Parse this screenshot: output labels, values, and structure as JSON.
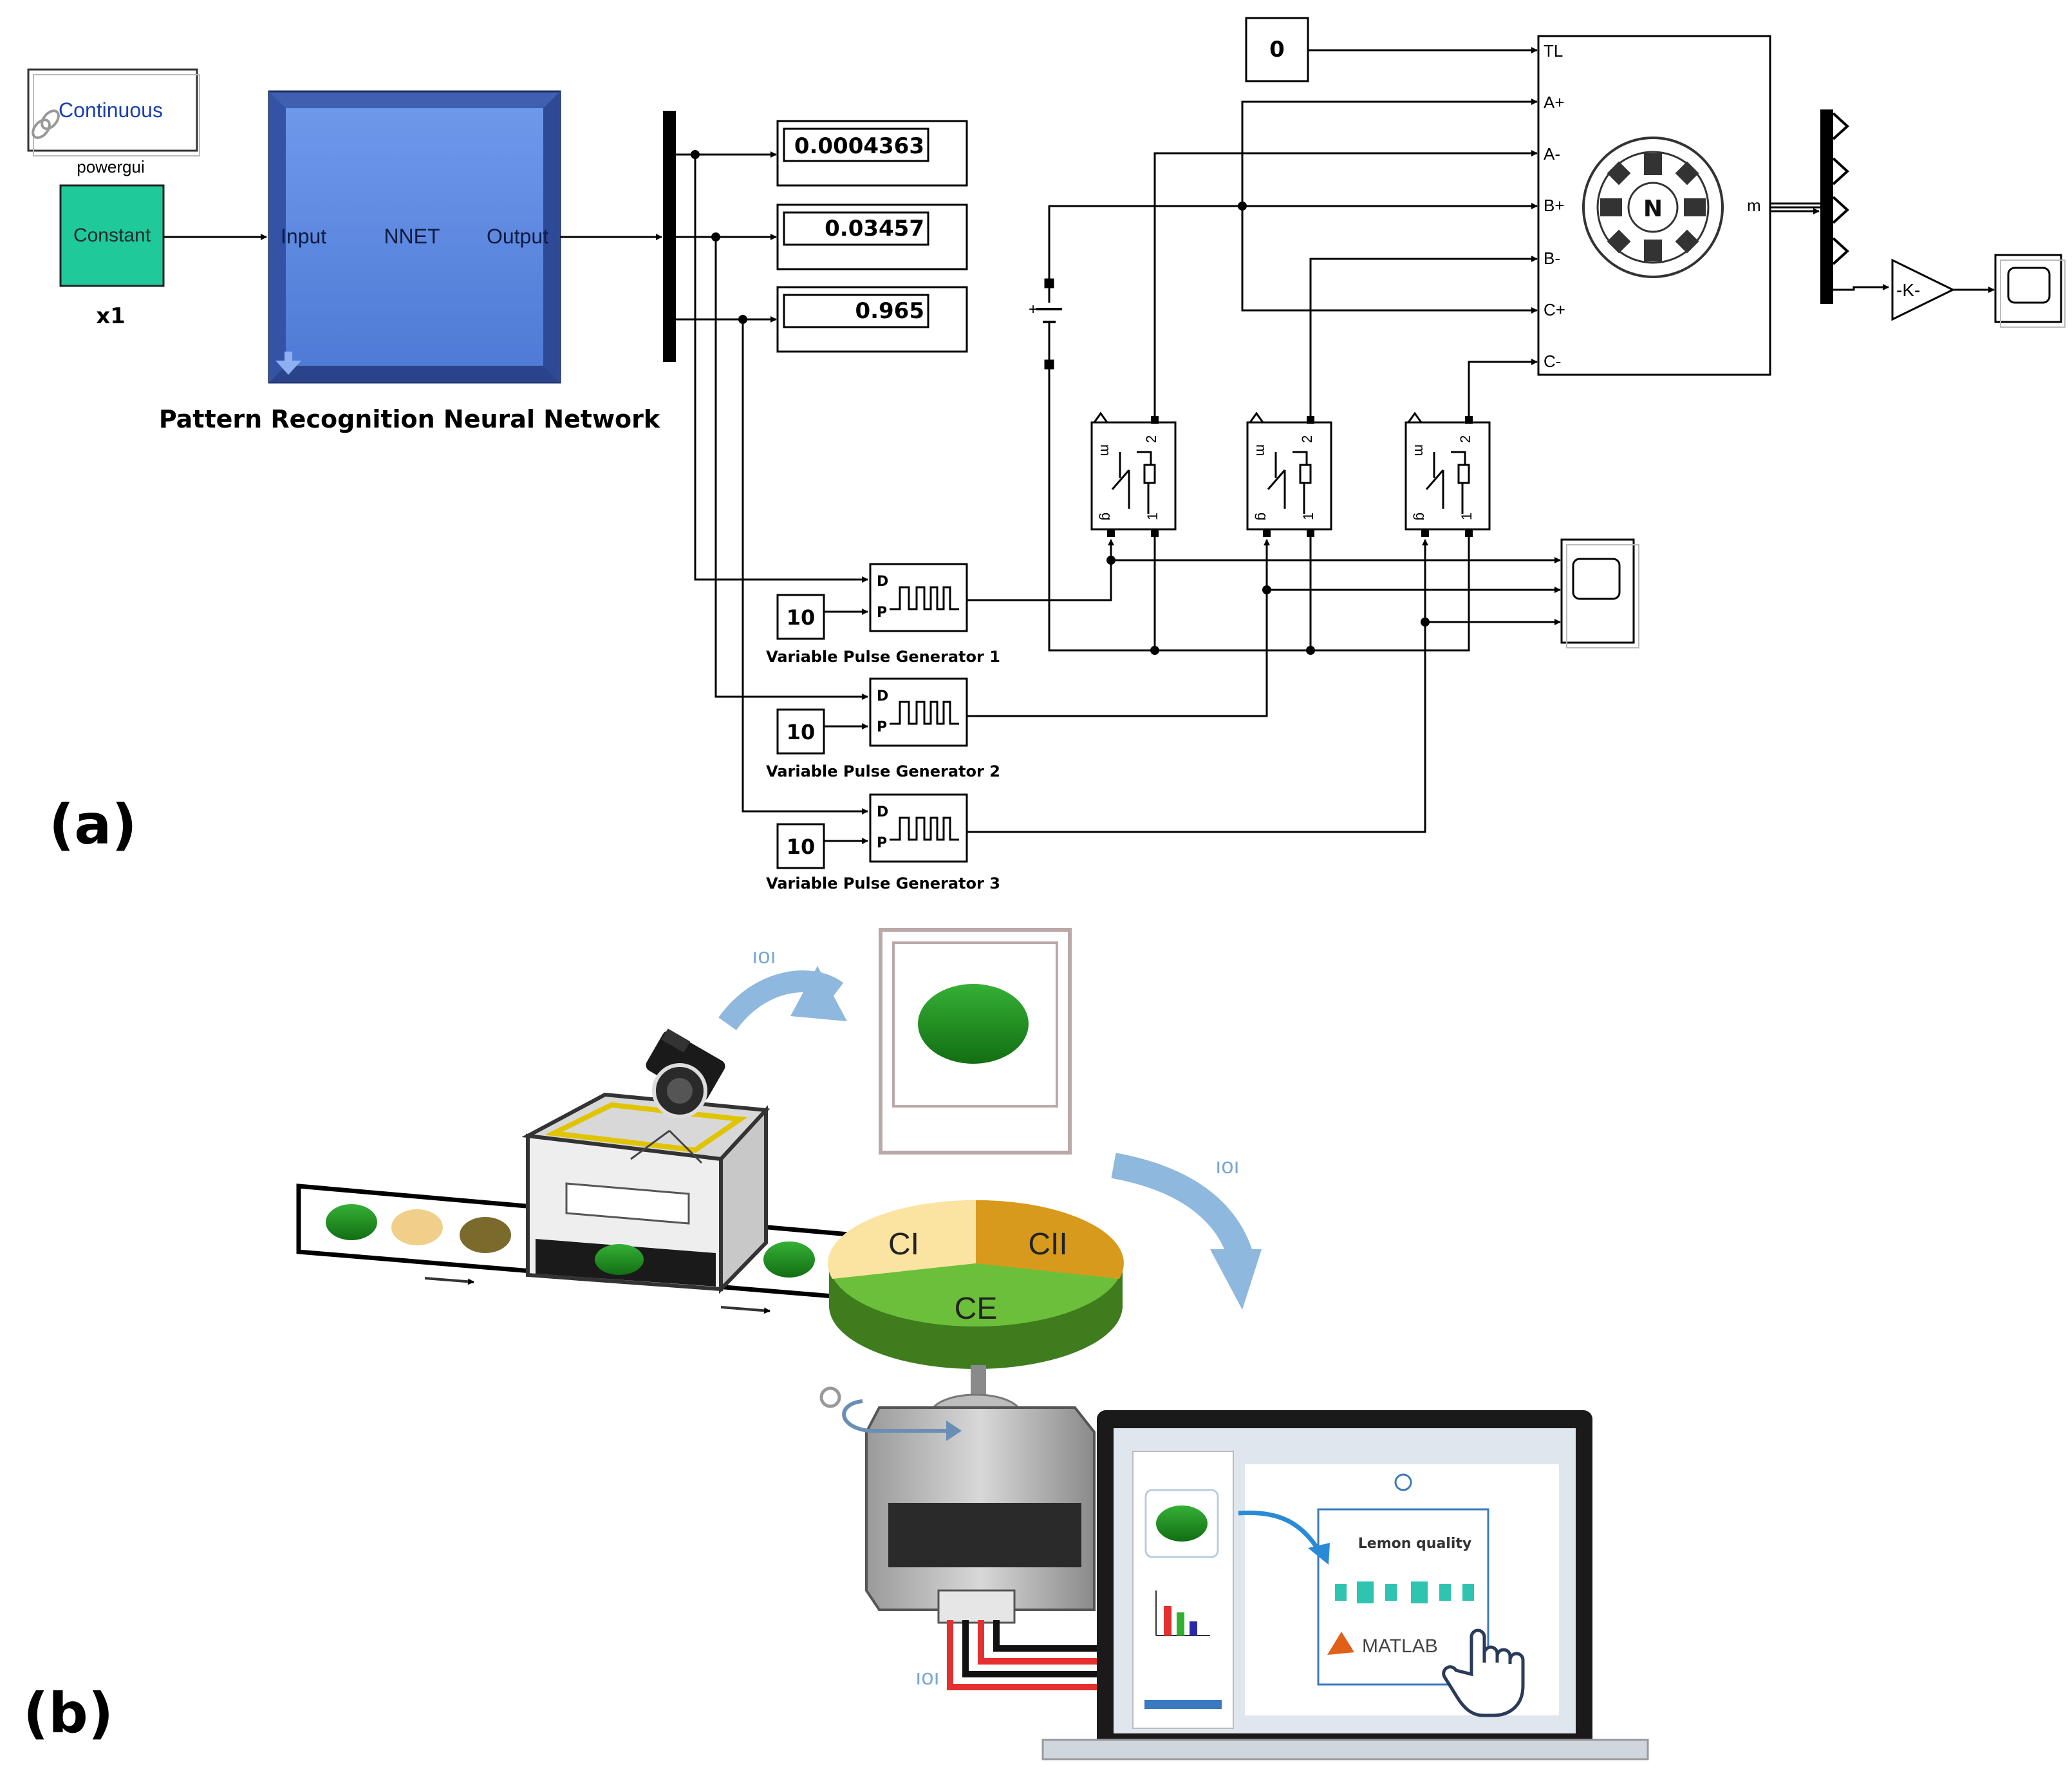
{
  "panel_a": {
    "label": "(a)",
    "powergui": {
      "mode": "Continuous",
      "caption": "powergui"
    },
    "constant": {
      "label": "Constant",
      "caption": "x1"
    },
    "nnet": {
      "input": "Input",
      "name": "NNET",
      "output": "Output",
      "caption": "Pattern Recognition Neural Network"
    },
    "displays": [
      "0.0004363",
      "0.03457",
      "0.965"
    ],
    "torque_const": "0",
    "motor_ports": [
      "TL",
      "A+",
      "A-",
      "B+",
      "B-",
      "C+",
      "C-"
    ],
    "motor_out": "m",
    "motor_symbol": "N",
    "gain": "-K-",
    "switch_ports": {
      "top_left": "m",
      "top_right": "2",
      "bottom_left": "g",
      "bottom_right": "1"
    },
    "pulse_generators": [
      {
        "period": "10",
        "d": "D",
        "p": "P",
        "caption": "Variable Pulse Generator 1"
      },
      {
        "period": "10",
        "d": "D",
        "p": "P",
        "caption": "Variable Pulse Generator 2"
      },
      {
        "period": "10",
        "d": "D",
        "p": "P",
        "caption": "Variable Pulse Generator 3"
      }
    ]
  },
  "panel_b": {
    "label": "(b)",
    "classes": [
      "CI",
      "CII",
      "CE"
    ],
    "screen_title": "Lemon quality",
    "matlab": "MATLAB",
    "colors": {
      "ci": "#fbe3a2",
      "cii": "#d79a1c",
      "ce": "#6cbf3a",
      "lemon": "#1e8a1e",
      "arrow": "#8fb8de"
    }
  }
}
